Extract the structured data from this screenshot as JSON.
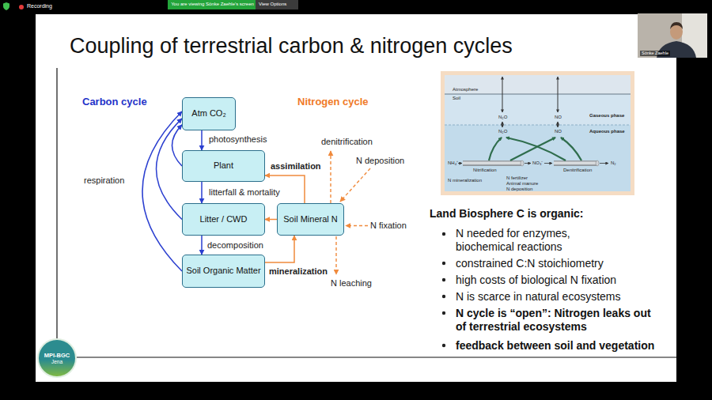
{
  "diagram": {
    "title": "Coupling of terrestrial carbon & nitrogen cycles",
    "nodes": [
      {
        "text": [
          "You are viewing Sönke Zaehle's screen"
        ]
      },
      {
        "text": [
          "View Options"
        ]
      },
      {
        "text": [
          "Sönke Zaehle"
        ]
      },
      {
        "text": [
          "Atm CO₂"
        ]
      },
      {
        "text": [
          "Plant"
        ]
      },
      {
        "text": [
          "Litter / CWD"
        ]
      },
      {
        "text": [
          "Soil Mineral N"
        ]
      },
      {
        "text": [
          "Soil Organic Matter"
        ]
      },
      {
        "text": [
          "MPI-BGC",
          "Jena"
        ]
      }
    ],
    "edges": [
      {
        "from": 3,
        "to": 4,
        "label": "photosynthesis",
        "arrow": "to"
      },
      {
        "from": 4,
        "to": 5,
        "label": "litterfall & mortality",
        "arrow": "to"
      },
      {
        "from": 5,
        "to": 7,
        "label": "decomposition",
        "arrow": "to"
      },
      {
        "from": 4,
        "to": 3,
        "arrow": "to"
      },
      {
        "from": 5,
        "to": 3,
        "arrow": "to"
      },
      {
        "from": 7,
        "to": 3,
        "label": "respiration",
        "arrow": "to"
      },
      {
        "from": 6,
        "to": 4,
        "label": "assimilation",
        "arrow": "to"
      },
      {
        "from": 7,
        "to": 6,
        "label": "mineralization",
        "arrow": "to"
      },
      {
        "from": 6,
        "to": 5,
        "arrow": "to"
      }
    ],
    "labels": [
      "Recording",
      "Carbon cycle",
      "Nitrogen cycle",
      "denitrification",
      "N deposition",
      "N fixation",
      "N leaching",
      "Atmosphere",
      "Soil",
      "N₂O",
      "NO",
      "Gaseous phase",
      "Aqueous phase",
      "N₂O",
      "NO",
      "NH₄⁺",
      "Nitrification",
      "NO₃⁻",
      "Denitrification",
      "N₂",
      "N mineralization",
      "N fertilizer Animal manure N deposition",
      "Land Biosphere C is organic:",
      "N needed for enzymes, biochemical reactions",
      "constrained C:N stoichiometry",
      "high costs of biological N fixation",
      "N is scarce in natural ecosystems",
      "N cycle is “open”: Nitrogen leaks out of terrestrial ecosystems",
      "feedback between soil and vegetation"
    ]
  }
}
